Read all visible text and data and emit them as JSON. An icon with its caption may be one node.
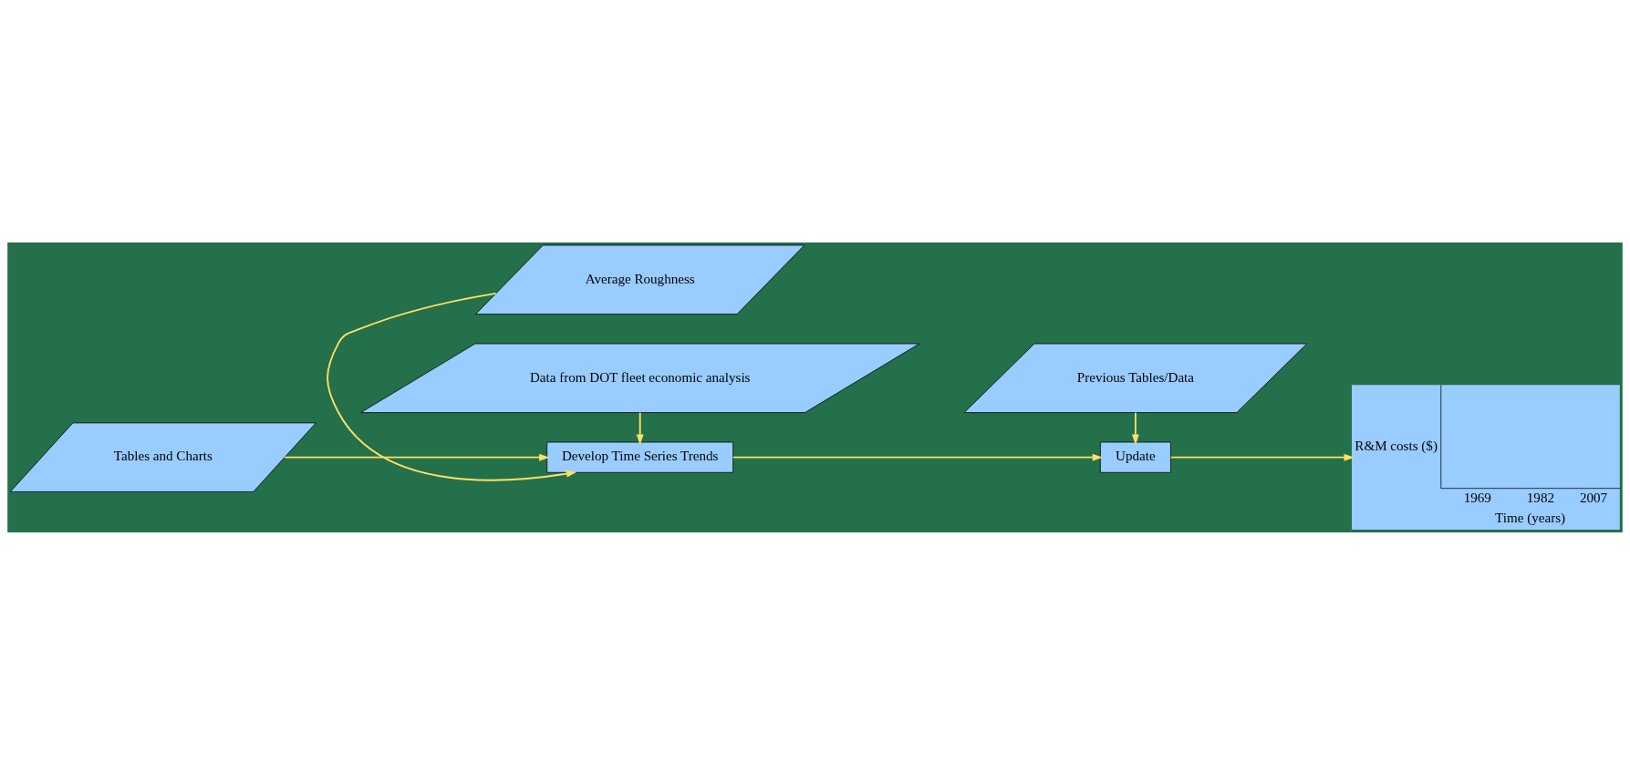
{
  "diagram": {
    "nodes": [
      {
        "text": [
          "Average Roughness"
        ]
      },
      {
        "text": [
          "Tables and Charts"
        ]
      },
      {
        "text": [
          "Develop Time Series Trends"
        ]
      },
      {
        "text": [
          "Update"
        ]
      },
      {
        "text": [
          "R&M costs ($)",
          "1969",
          "1982",
          "2007",
          "Time (years)"
        ]
      },
      {
        "text": [
          "Data from DOT fleet economic analysis"
        ]
      },
      {
        "text": [
          "Previous Tables/Data"
        ]
      }
    ],
    "edges": [
      {
        "from": 0,
        "to": 2,
        "arrow": "to"
      },
      {
        "from": 1,
        "to": 2,
        "arrow": "to"
      },
      {
        "from": 2,
        "to": 3,
        "arrow": "to"
      },
      {
        "from": 3,
        "to": 4,
        "arrow": "to"
      },
      {
        "from": 5,
        "to": 2,
        "arrow": "to"
      },
      {
        "from": 6,
        "to": 3,
        "arrow": "to"
      }
    ]
  }
}
